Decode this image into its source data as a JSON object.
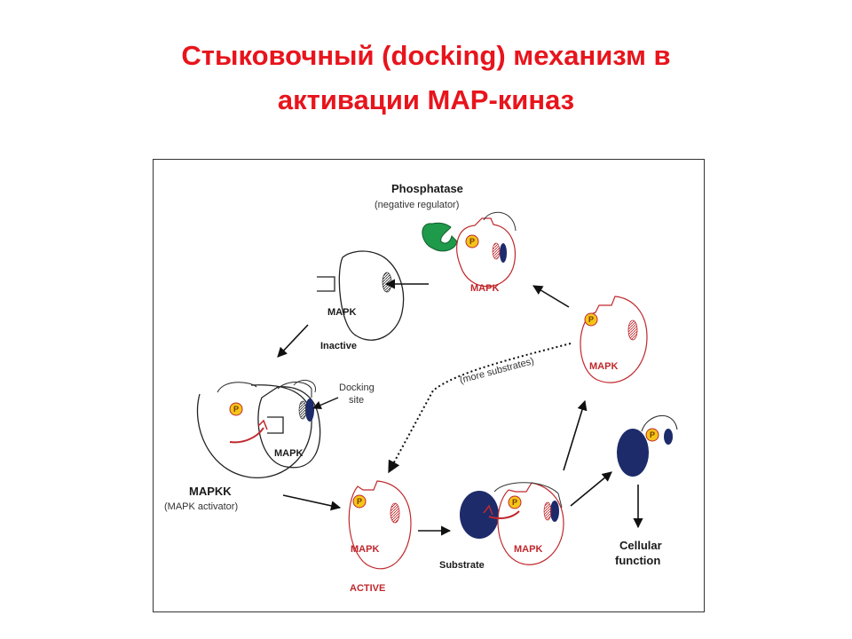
{
  "title": {
    "line1": "Стыковочный (docking) механизм в",
    "line2": "активации МАР-киназ"
  },
  "diagram": {
    "phosphatase": {
      "name": "Phosphatase",
      "note": "(negative regulator)"
    },
    "mapk_label": "MAPK",
    "inactive_label": "Inactive",
    "docking_site": {
      "line1": "Docking",
      "line2": "site"
    },
    "mapkk": {
      "name": "MAPKK",
      "note": "(MAPK activator)"
    },
    "active_label": "ACTIVE",
    "substrate_label": "Substrate",
    "more_substrates": "(more substrates)",
    "cellular_function": {
      "line1": "Cellular",
      "line2": "function"
    },
    "phospho_label": "P"
  },
  "colors": {
    "title": "#e8141c",
    "mapk_outline": "#c0282d",
    "phosphatase": "#1e9a4a",
    "substrate": "#1d2b6b",
    "phospho": "#f5c518",
    "arrow": "#111111"
  }
}
